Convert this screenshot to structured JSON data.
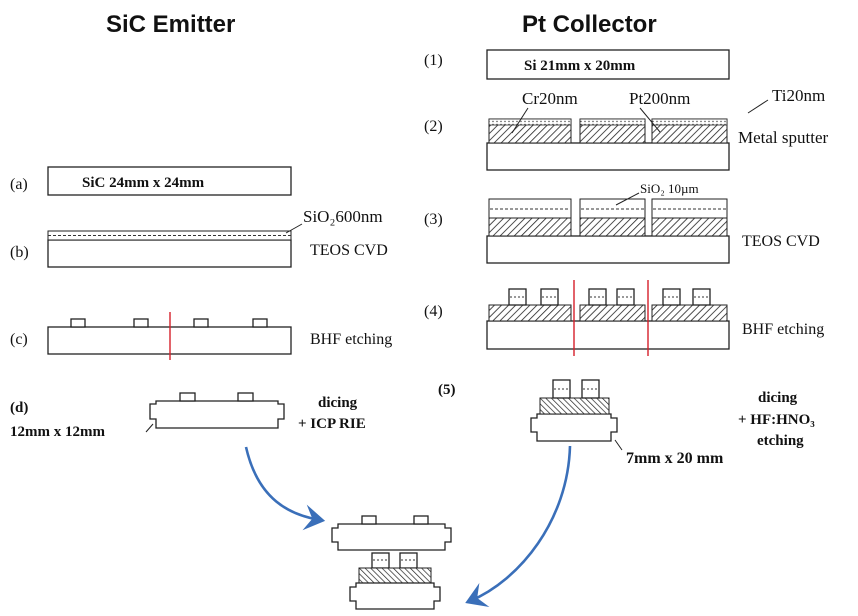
{
  "titles": {
    "left": "SiC Emitter",
    "right": "Pt Collector"
  },
  "left_steps": {
    "a": {
      "label": "(a)",
      "box_text": "SiC 24mm x 24mm"
    },
    "b": {
      "label": "(b)",
      "annotation": "SiO₂600nm",
      "process": "TEOS CVD"
    },
    "c": {
      "label": "(c)",
      "process": "BHF etching"
    },
    "d": {
      "label": "(d)",
      "size": "12mm x 12mm",
      "process_line1": "dicing",
      "process_line2": "+ ICP RIE"
    }
  },
  "right_steps": {
    "s1": {
      "label": "(1)",
      "box_text": "Si 21mm x 20mm"
    },
    "s2": {
      "label": "(2)",
      "layer1": "Cr20nm",
      "layer2": "Pt200nm",
      "layer3": "Ti20nm",
      "process": "Metal sputter"
    },
    "s3": {
      "label": "(3)",
      "annotation": "SiO₂ 10µm",
      "process": "TEOS CVD"
    },
    "s4": {
      "label": "(4)",
      "process": "BHF etching"
    },
    "s5": {
      "label": "(5)",
      "size": "7mm x 20 mm",
      "process_line1": "dicing",
      "process_line2": "+ HF:HNO₃",
      "process_line3": "etching"
    }
  },
  "colors": {
    "arrow": "#3a6fb9",
    "cut_line": "#d6202a",
    "outline": "#222222"
  }
}
